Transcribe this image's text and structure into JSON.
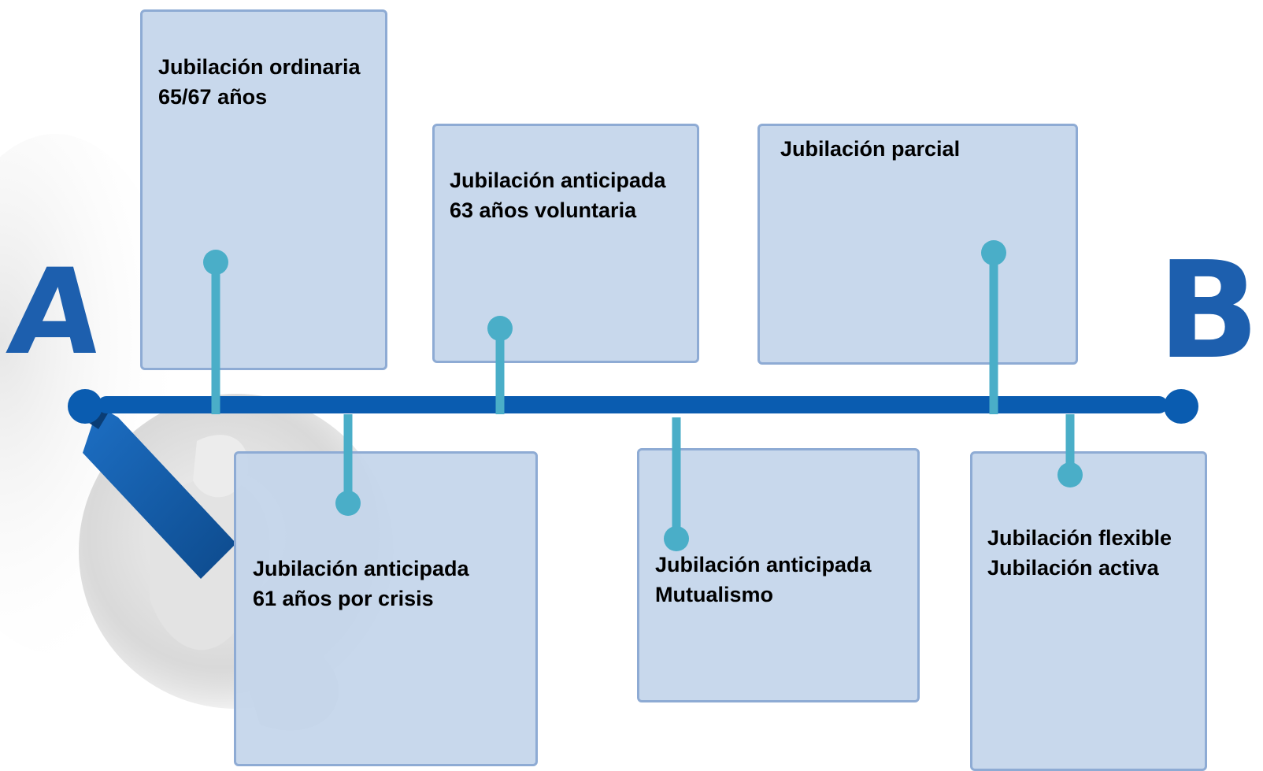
{
  "diagram": {
    "start_label": "A",
    "end_label": "B",
    "colors": {
      "timeline": "#0a5cb0",
      "connector": "#4aaec8",
      "card_fill": "#c4d5eb",
      "card_border": "#8eabd4",
      "letters": "#1d5fae"
    },
    "events": [
      {
        "id": "ordinaria",
        "position": "above",
        "lines": [
          "Jubilación ordinaria",
          "65/67 años"
        ]
      },
      {
        "id": "anticipada-63",
        "position": "above",
        "lines": [
          "Jubilación anticipada",
          "63 años voluntaria"
        ]
      },
      {
        "id": "parcial",
        "position": "above",
        "lines": [
          "Jubilación parcial"
        ]
      },
      {
        "id": "anticipada-61",
        "position": "below",
        "lines": [
          "Jubilación anticipada",
          "61 años por crisis"
        ]
      },
      {
        "id": "mutualismo",
        "position": "below",
        "lines": [
          "Jubilación anticipada",
          "Mutualismo"
        ]
      },
      {
        "id": "flexible-activa",
        "position": "below",
        "lines": [
          "Jubilación flexible",
          "Jubilación activa"
        ]
      }
    ]
  }
}
